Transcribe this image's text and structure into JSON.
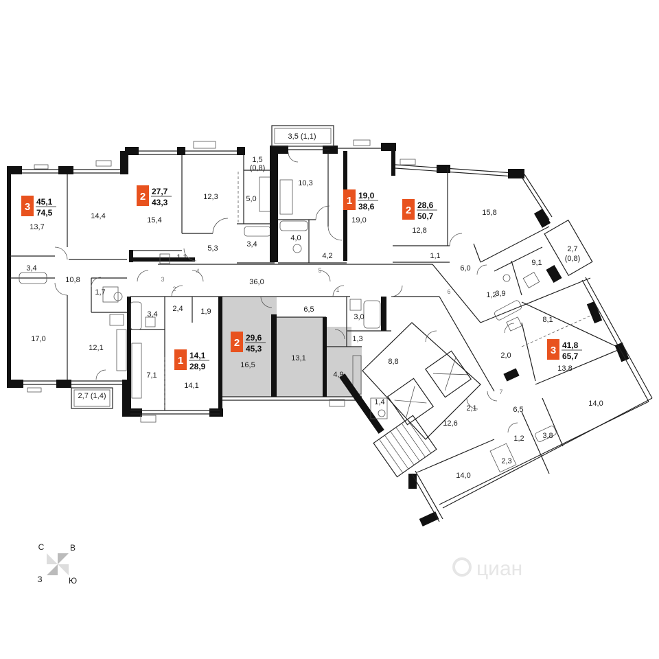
{
  "apartments": [
    {
      "id": "a1",
      "rooms": "3",
      "living": "45,1",
      "total": "74,5"
    },
    {
      "id": "a2",
      "rooms": "2",
      "living": "27,7",
      "total": "43,3"
    },
    {
      "id": "a3",
      "rooms": "1",
      "living": "19,0",
      "total": "38,6"
    },
    {
      "id": "a4",
      "rooms": "2",
      "living": "28,6",
      "total": "50,7"
    },
    {
      "id": "a5",
      "rooms": "1",
      "living": "14,1",
      "total": "28,9"
    },
    {
      "id": "a6",
      "rooms": "2",
      "living": "29,6",
      "total": "45,3"
    },
    {
      "id": "a7",
      "rooms": "3",
      "living": "41,8",
      "total": "65,7"
    }
  ],
  "room_areas": [
    "13,7",
    "14,4",
    "3,4",
    "10,8",
    "17,0",
    "12,1",
    "1,7",
    "2,7 (1,4)",
    "15,4",
    "12,3",
    "1,5",
    "(0,8)",
    "5,0",
    "1,1",
    "5,3",
    "3,4",
    "3,5 (1,1)",
    "10,3",
    "4,0",
    "4,2",
    "19,0",
    "12,8",
    "15,8",
    "1,1",
    "6,0",
    "2,7",
    "(0,8)",
    "9,1",
    "1,2",
    "3,9",
    "36,0",
    "3,4",
    "2,4",
    "1,9",
    "7,1",
    "14,1",
    "16,5",
    "6,5",
    "13,1",
    "3,0",
    "1,3",
    "4,9",
    "8,8",
    "1,4",
    "2,1",
    "12,6",
    "14,0",
    "8,1",
    "2,0",
    "13,8",
    "14,0",
    "6,5",
    "1,2",
    "3,8",
    "2,3"
  ],
  "door_numbers": [
    "1",
    "2",
    "3",
    "4",
    "5",
    "6",
    "7"
  ],
  "compass": {
    "n": "С",
    "e": "В",
    "w": "З",
    "s": "Ю"
  },
  "watermark": "циан",
  "colors": {
    "accent": "#e8521e",
    "highlight": "#cfcfcf",
    "wall": "#111111"
  }
}
